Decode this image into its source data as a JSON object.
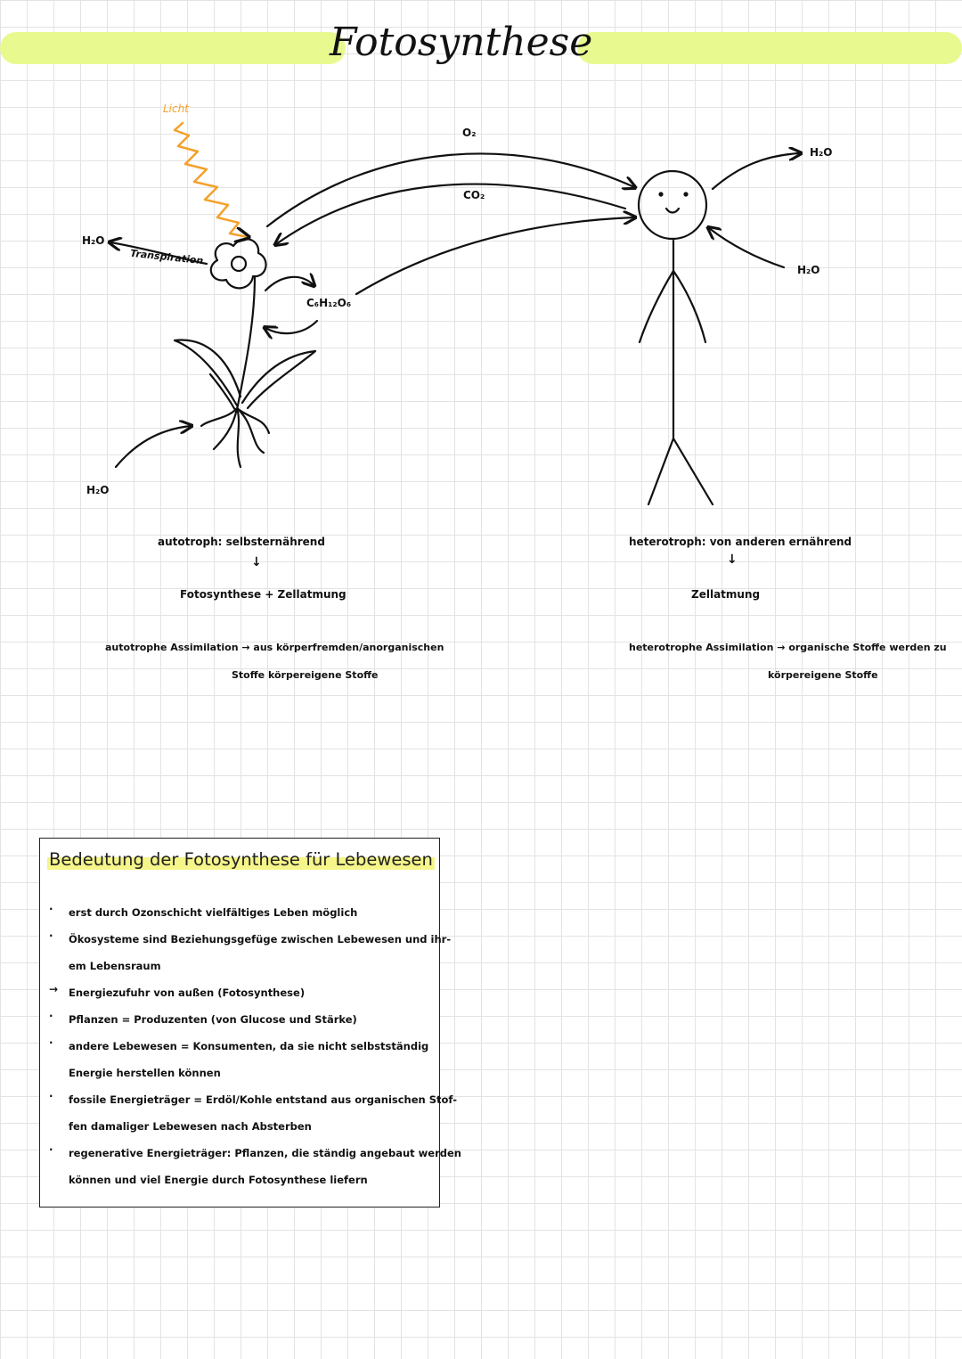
{
  "header": {
    "title": "Fotosynthese",
    "bar_color": "#e8fa8f"
  },
  "diagram": {
    "light_label": "Licht",
    "transpiration_label": "Transpiration",
    "h2o_left": "H₂O",
    "h2o_bottom": "H₂O",
    "glucose_label": "C₆H₁₂O₆",
    "o2_label": "O₂",
    "co2_label": "CO₂",
    "h2o_right_top": "H₂O",
    "h2o_right_bottom": "H₂O"
  },
  "plant_side": {
    "type_line": "autotroph: selbsternährend",
    "arrow": "↓",
    "processes": "Fotosynthese + Zellatmung",
    "assimilation_line1": "autotrophe Assimilation → aus körperfremden/anorganischen",
    "assimilation_line2": "Stoffe körpereigene Stoffe"
  },
  "human_side": {
    "type_line": "heterotroph: von anderen ernährend",
    "arrow": "↓",
    "processes": "Zellatmung",
    "assimilation_line1": "heterotrophe Assimilation → organische Stoffe werden zu",
    "assimilation_line2": "körpereigene Stoffe"
  },
  "notes": {
    "title": "Bedeutung der Fotosynthese für Lebewesen",
    "bullets": [
      "·",
      "·",
      "→",
      "·",
      "·",
      "·",
      "·"
    ],
    "lines": [
      "erst durch Ozonschicht vielfältiges Leben möglich",
      "Ökosysteme sind Beziehungsgefüge zwischen Lebewesen und ihr-",
      "em Lebensraum",
      "Energiezufuhr von außen (Fotosynthese)",
      "Pflanzen = Produzenten (von Glucose und Stärke)",
      "andere Lebewesen = Konsumenten, da sie nicht selbstständig",
      "Energie herstellen können",
      "fossile Energieträger = Erdöl/Kohle entstand aus organischen Stof-",
      "fen damaliger Lebewesen nach Absterben",
      "regenerative Energieträger: Pflanzen, die ständig angebaut werden",
      "können und viel Energie durch Fotosynthese liefern"
    ]
  },
  "colors": {
    "ink": "#111111",
    "light": "#f4a12c",
    "grid": "#e3e3e3",
    "highlight": "#f5f58a"
  }
}
